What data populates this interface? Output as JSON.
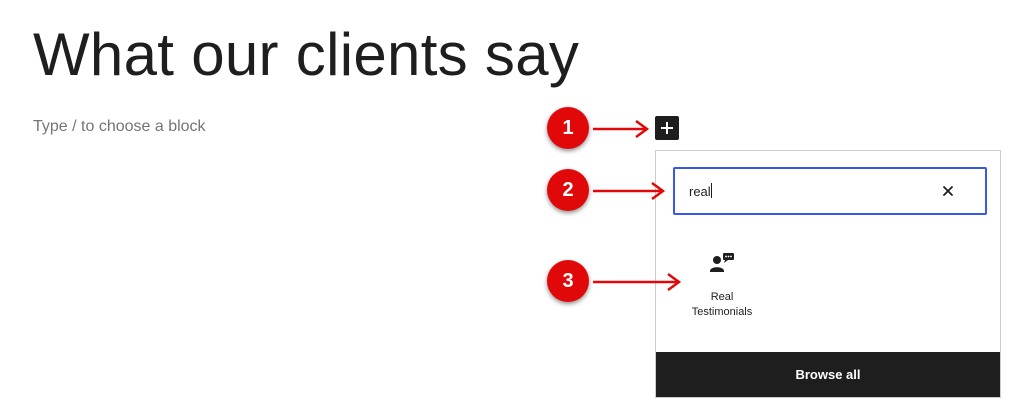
{
  "editor": {
    "title": "What our clients say",
    "placeholder": "Type / to choose a block"
  },
  "inserter": {
    "add_icon": "plus-icon",
    "search_value": "real",
    "clear_icon": "close-icon",
    "result": {
      "label_line1": "Real",
      "label_line2": "Testimonials",
      "icon": "person-speech-icon"
    },
    "browse_all_label": "Browse all"
  },
  "annotations": {
    "step1": "1",
    "step2": "2",
    "step3": "3"
  },
  "colors": {
    "accent": "#3858e9",
    "annotation": "#e00808",
    "dark": "#1e1e1e"
  }
}
